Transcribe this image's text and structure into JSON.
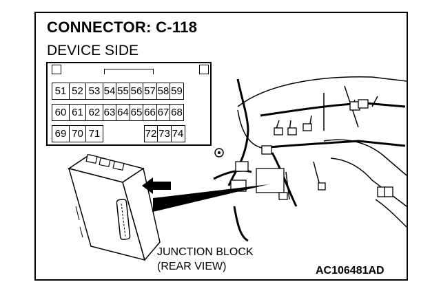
{
  "title": "CONNECTOR: C-118",
  "subtitle": "DEVICE SIDE",
  "connector": {
    "rows": [
      [
        "51",
        "52",
        "53",
        "54",
        "55",
        "56",
        "57",
        "58",
        "59"
      ],
      [
        "60",
        "61",
        "62",
        "63",
        "64",
        "65",
        "66",
        "67",
        "68"
      ],
      [
        "69",
        "70",
        "71",
        "72",
        "73",
        "74"
      ]
    ]
  },
  "caption_line1": "JUNCTION BLOCK",
  "caption_line2": "(REAR VIEW)",
  "figure_code": "AC106481AD"
}
